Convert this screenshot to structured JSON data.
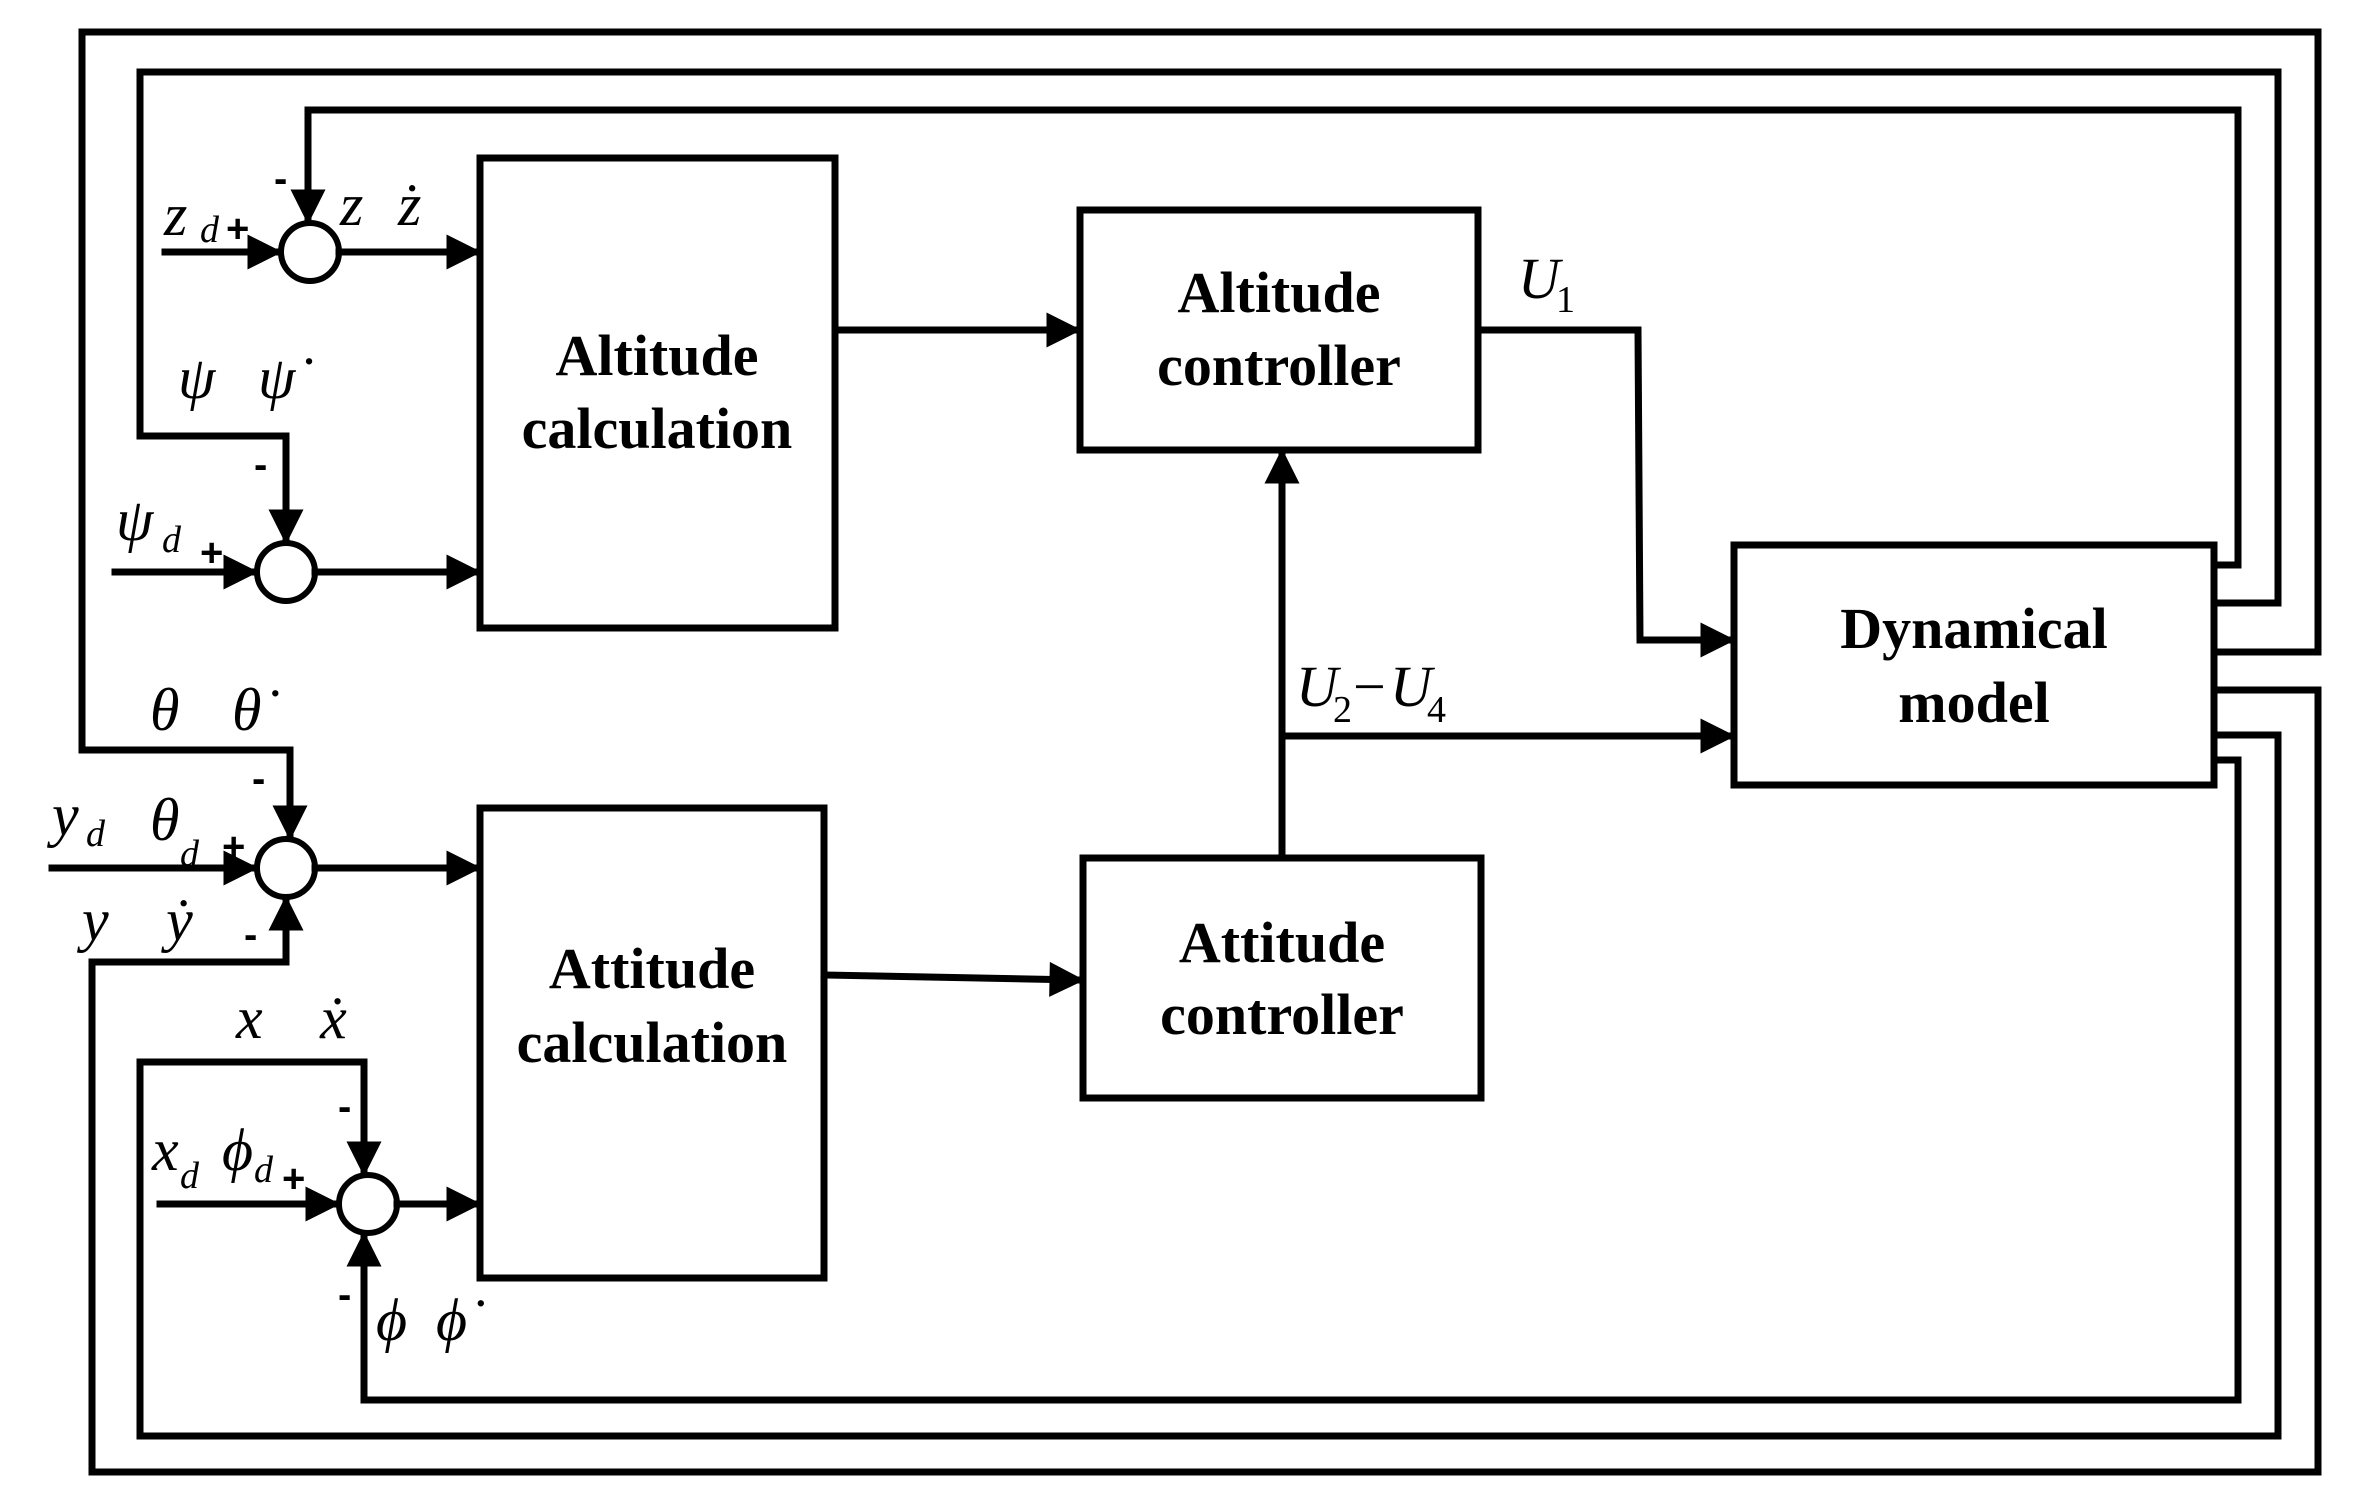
{
  "blocks": {
    "altitude_calculation": [
      "Altitude",
      "calculation"
    ],
    "altitude_controller": [
      "Altitude",
      "controller"
    ],
    "attitude_calculation": [
      "Attitude",
      "calculation"
    ],
    "attitude_controller": [
      "Attitude",
      "controller"
    ],
    "dynamical_model": [
      "Dynamical",
      "model"
    ]
  },
  "signals": {
    "u1": {
      "main": "U",
      "sub": "1"
    },
    "u2_u4": {
      "a": "U",
      "a_sub": "2",
      "dash": "−",
      "b": "U",
      "b_sub": "4"
    }
  },
  "feedback_labels": {
    "z": "z",
    "z_dot": "ż",
    "psi": "ψ",
    "psi_dot": "ψ̇",
    "theta": "θ",
    "theta_dot": "θ̇",
    "y": "y",
    "y_dot": "ẏ",
    "x": "x",
    "x_dot": "ẋ",
    "phi": "ϕ",
    "phi_dot": "ϕ̇"
  },
  "references": {
    "z_d": {
      "main": "z",
      "sub": "d"
    },
    "psi_d": {
      "main": "ψ",
      "sub": "d"
    },
    "y_d": {
      "main": "y",
      "sub": "d"
    },
    "theta_d": {
      "main": "θ",
      "sub": "d"
    },
    "x_d": {
      "main": "x",
      "sub": "d"
    },
    "phi_d": {
      "main": "ϕ",
      "sub": "d"
    }
  },
  "signs": {
    "plus": "+",
    "minus": "-"
  }
}
